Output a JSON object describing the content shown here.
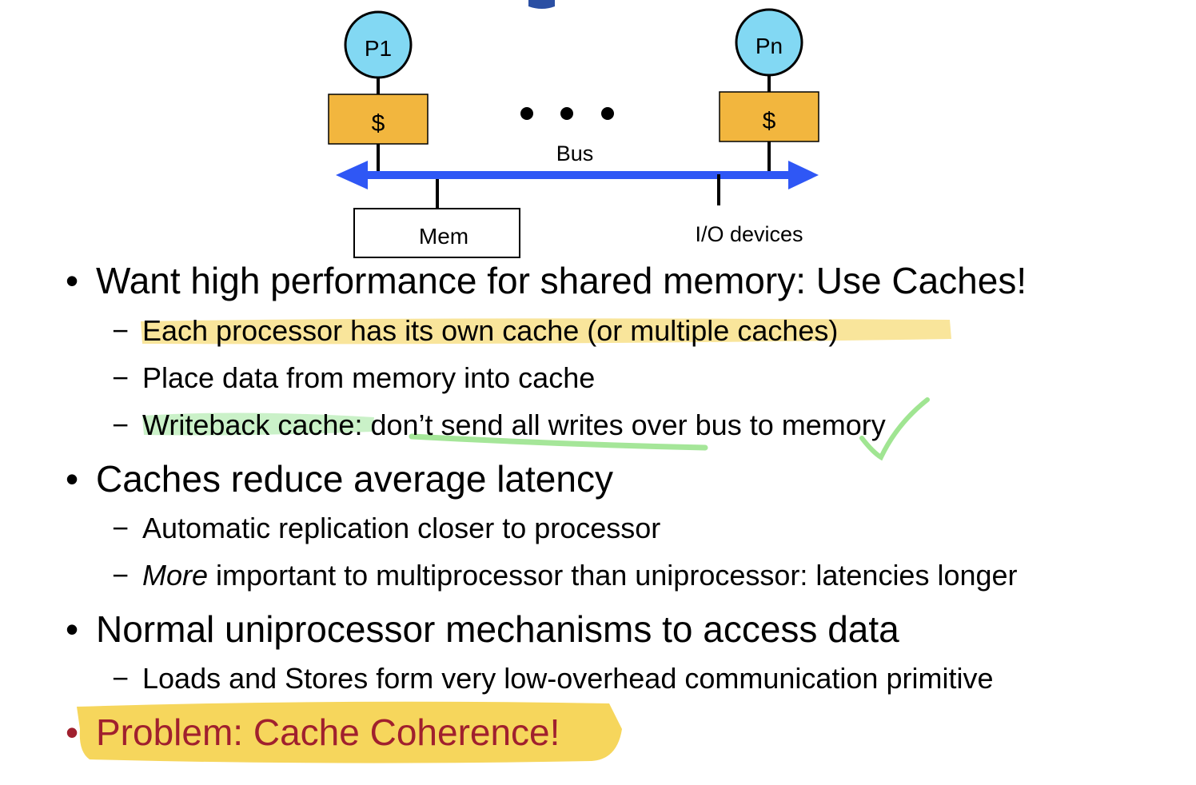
{
  "diagram": {
    "processor_left": "P1",
    "processor_right": "Pn",
    "cache_left": "$",
    "cache_right": "$",
    "bus_label": "Bus",
    "mem_label": "Mem",
    "io_label": "I/O devices",
    "ellipsis": "• • •",
    "colors": {
      "processor_fill": "#82d8f3",
      "cache_fill": "#f2b63e",
      "bus": "#2f57f5",
      "highlight_yellow": "#f6d65a",
      "highlight_green": "#8fe07f",
      "problem_text": "#a0202e"
    }
  },
  "bullets": {
    "b1": {
      "text": "Want high performance for shared memory: Use Caches!",
      "sub1": "Each processor has its own cache (or multiple caches)",
      "sub2": "Place data from memory into cache",
      "sub3": "Writeback cache: don’t send all writes over bus to memory"
    },
    "b2": {
      "text": "Caches reduce average latency",
      "sub1": "Automatic replication closer to processor",
      "sub2_em": "More",
      "sub2_rest": " important to multiprocessor than uniprocessor: latencies longer"
    },
    "b3": {
      "text": "Normal uniprocessor mechanisms to access data",
      "sub1": "Loads and Stores form very low-overhead communication primitive"
    },
    "b4": {
      "text": "Problem: Cache Coherence!"
    }
  }
}
